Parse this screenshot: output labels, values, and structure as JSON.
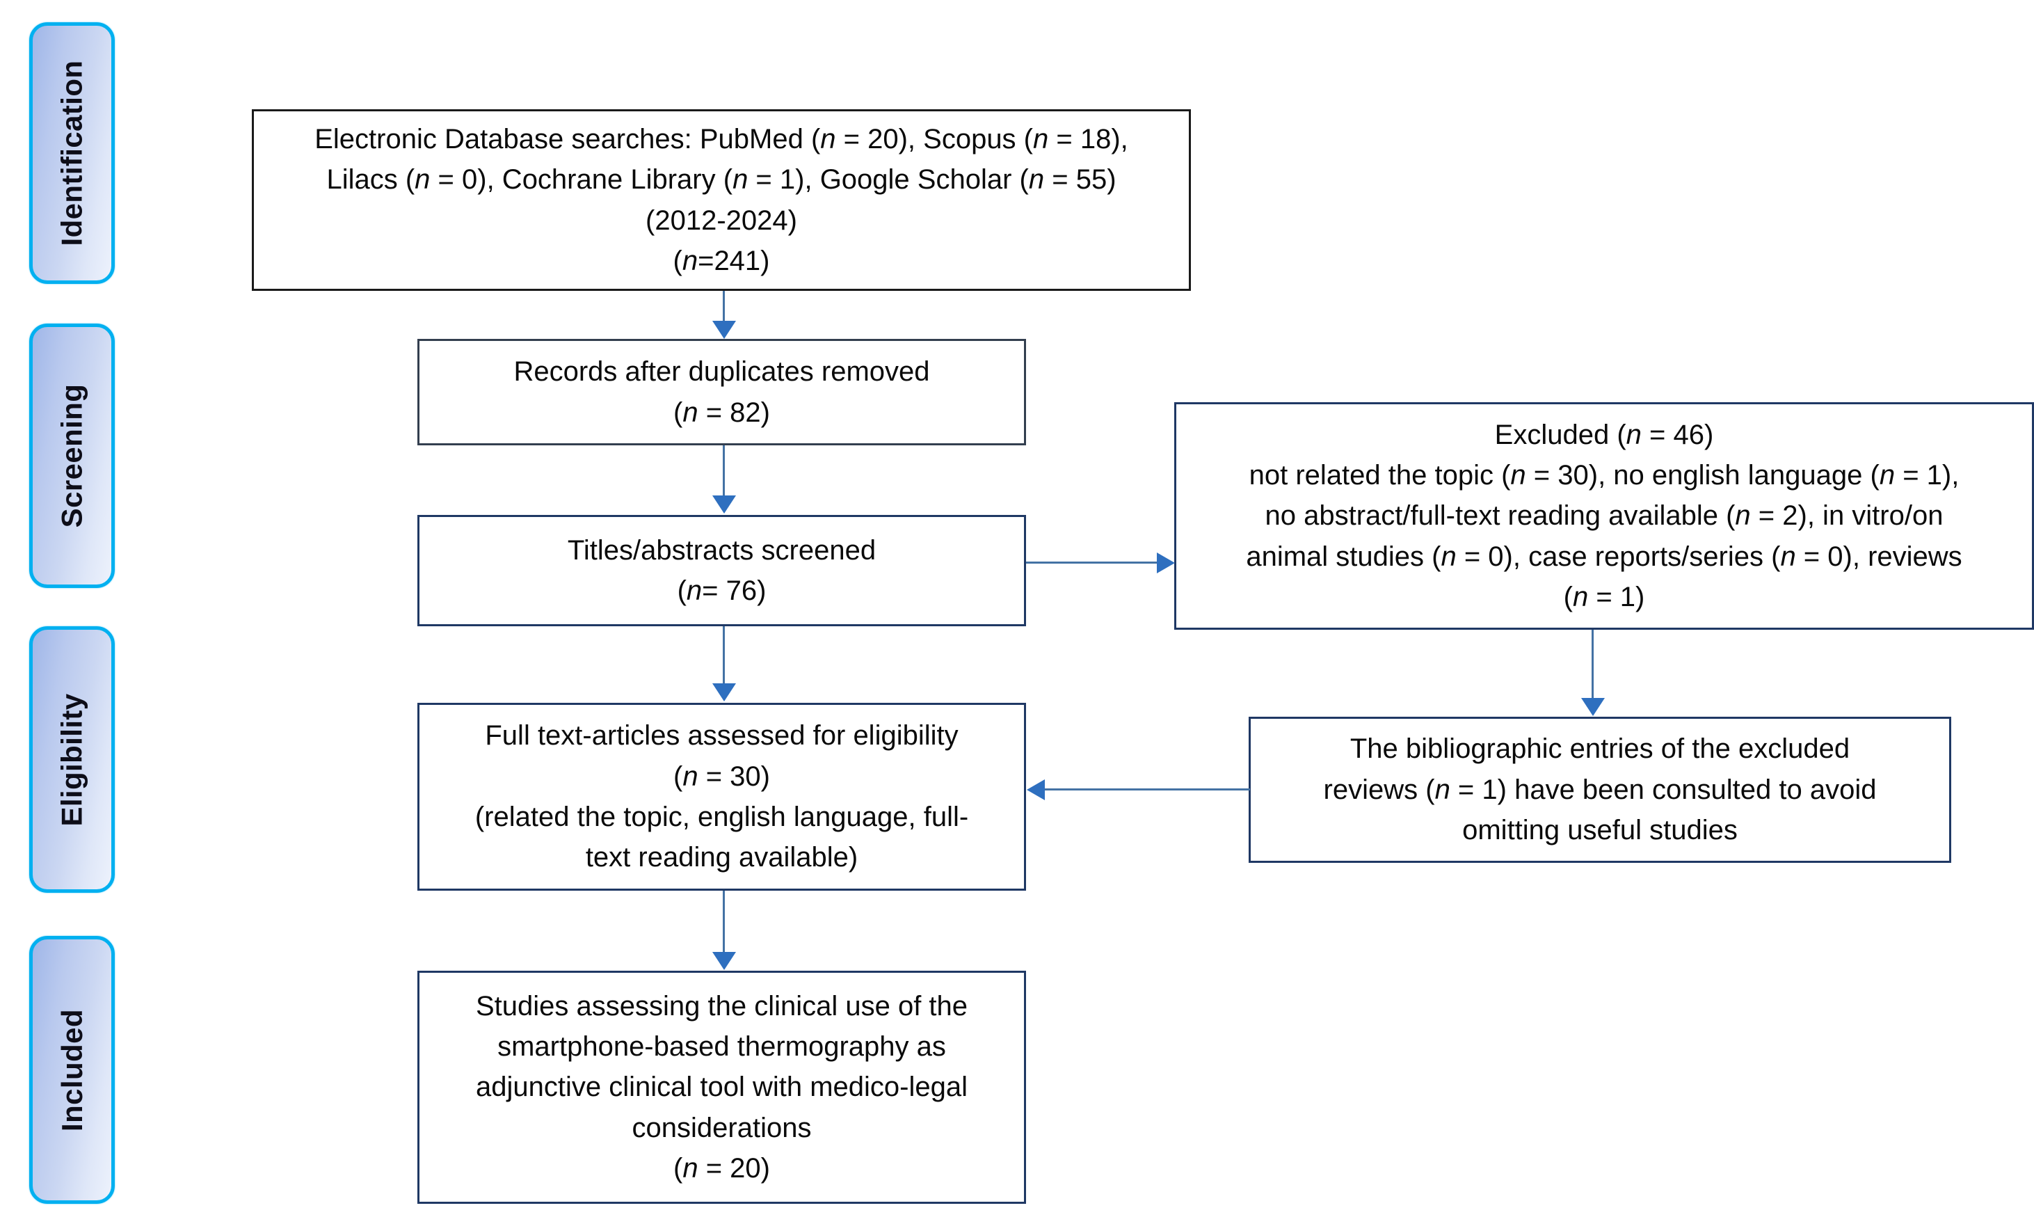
{
  "diagram": {
    "type": "prisma-flow-diagram",
    "accent_arrow_color": "#4472A4",
    "stage_border_color": "#00B0F0"
  },
  "stages": [
    {
      "id": "identification",
      "label": "Identification"
    },
    {
      "id": "screening",
      "label": "Screening"
    },
    {
      "id": "eligibility",
      "label": "Eligibility"
    },
    {
      "id": "included",
      "label": "Included"
    }
  ],
  "boxes": {
    "identification": {
      "id": "records-identified",
      "text": "Electronic Database searches: PubMed (n = 20), Scopus (n = 18),\nLilacs (n = 0), Cochrane Library (n = 1), Google Scholar (n = 55)\n(2012-2024)\n(n=241)",
      "counts": {
        "PubMed": 20,
        "Scopus": 18,
        "Lilacs": 0,
        "Cochrane Library": 1,
        "Google Scholar": 55,
        "total": 241
      },
      "year_range": "2012-2024"
    },
    "duplicates_removed": {
      "id": "records-after-duplicates",
      "text": "Records after duplicates removed\n(n = 82)",
      "n": 82
    },
    "screened": {
      "id": "titles-abstracts-screened",
      "text": "Titles/abstracts screened\n(n= 76)",
      "n": 76
    },
    "excluded": {
      "id": "records-excluded",
      "text": "Excluded (n = 46)\nnot related the topic (n = 30), no english language (n = 1),\nno abstract/full-text reading available (n = 2), in vitro/on\nanimal studies (n = 0), case reports/series (n = 0), reviews\n(n = 1)",
      "n": 46,
      "reasons": [
        {
          "reason": "not related the topic",
          "n": 30
        },
        {
          "reason": "no english language",
          "n": 1
        },
        {
          "reason": "no abstract/full-text reading available",
          "n": 2
        },
        {
          "reason": "in vitro/on animal studies",
          "n": 0
        },
        {
          "reason": "case reports/series",
          "n": 0
        },
        {
          "reason": "reviews",
          "n": 1
        }
      ]
    },
    "eligibility": {
      "id": "full-text-assessed",
      "text": "Full text-articles assessed for eligibility\n(n = 30)\n(related the topic, english language, full-\ntext reading available)",
      "n": 30
    },
    "bibliographic": {
      "id": "bibliographic-entries-consulted",
      "text": "The bibliographic entries of the excluded\nreviews (n = 1) have been consulted to avoid\nomitting useful studies",
      "n": 1
    },
    "included": {
      "id": "studies-included",
      "text": "Studies assessing the clinical use of the\nsmartphone-based thermography as\nadjunctive clinical tool with medico-legal\nconsiderations\n(n = 20)",
      "n": 20
    }
  }
}
